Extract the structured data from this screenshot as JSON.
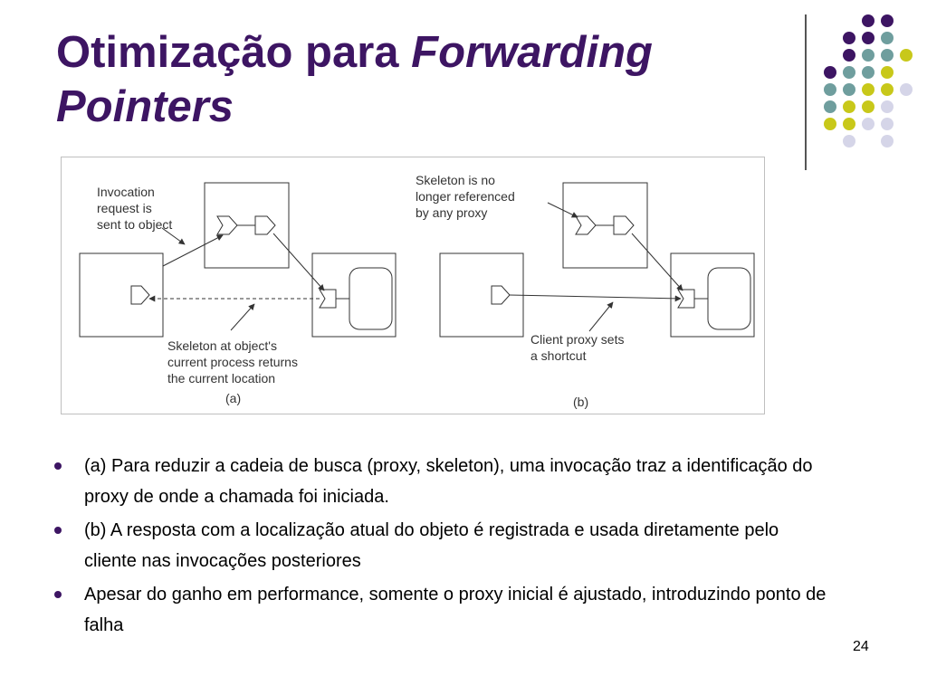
{
  "slide": {
    "title_part1": "Otimização para ",
    "title_part2_italic": "Forwarding Pointers",
    "page_number": "24"
  },
  "colors": {
    "title": "#3d1563",
    "dot_purple": "#3d1563",
    "dot_teal": "#6f9e9e",
    "dot_yellow": "#c8c81a",
    "dot_lavender": "#d5d5e8"
  },
  "figure": {
    "a": {
      "label_invocation": [
        "Invocation",
        "request is",
        "sent to object"
      ],
      "label_skeleton": [
        "Skeleton at object's",
        "current process returns",
        "the current location"
      ],
      "caption": "(a)"
    },
    "b": {
      "label_skeleton": [
        "Skeleton is no",
        "longer referenced",
        "by any proxy"
      ],
      "label_client": [
        "Client proxy sets",
        "a shortcut"
      ],
      "caption": "(b)"
    }
  },
  "bullets": [
    "(a) Para reduzir a cadeia de busca (proxy, skeleton), uma invocação traz a identificação do proxy de onde a chamada foi iniciada.",
    "(b) A resposta com a localização atual do objeto é registrada e usada diretamente pelo cliente nas invocações posteriores",
    "Apesar do ganho em performance, somente o proxy inicial é ajustado, introduzindo ponto de falha"
  ]
}
